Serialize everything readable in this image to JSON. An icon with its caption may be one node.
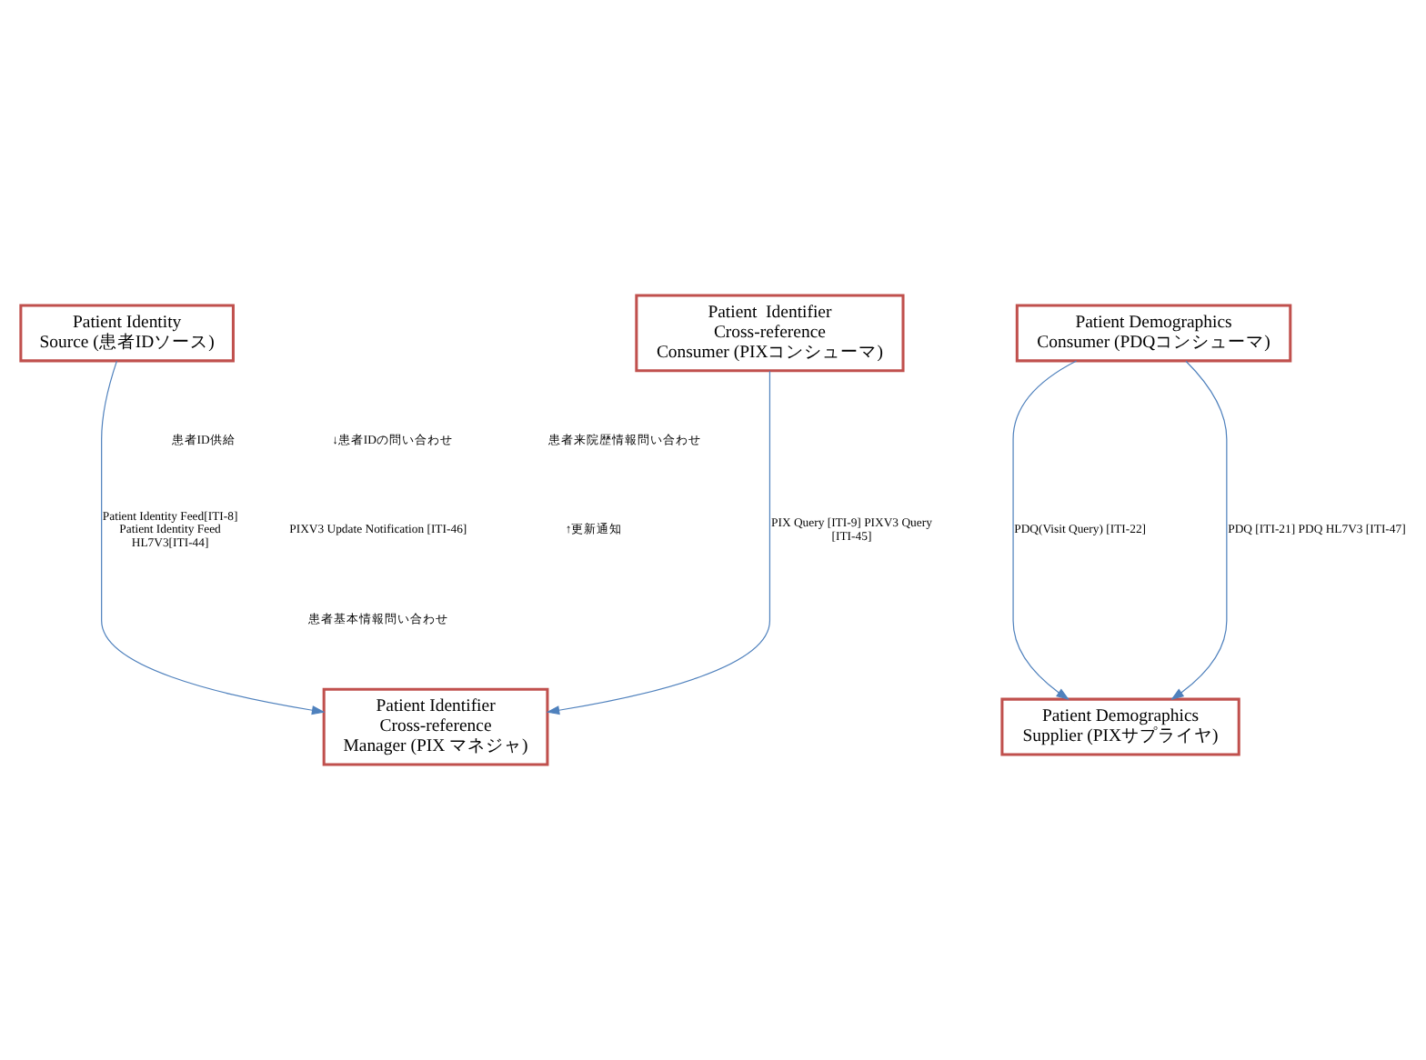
{
  "diagram": {
    "nodes": [
      {
        "text": [
          "Patient Identity Source (患者IDソース)"
        ]
      },
      {
        "text": [
          "Patient  Identifier Cross-reference Consumer (PIXコンシューマ)"
        ]
      },
      {
        "text": [
          "Patient Demographics Consumer (PDQコンシューマ)"
        ]
      },
      {
        "text": [
          "Patient Identifier Cross-reference Manager (PIX マネジャ)"
        ]
      },
      {
        "text": [
          "Patient Demographics Supplier (PIXサプライヤ)"
        ]
      }
    ],
    "edges": [
      {
        "from": 0,
        "to": 3,
        "arrow": "to",
        "label": "Patient Identity Feed[ITI-8] Patient Identity Feed HL7V3[ITI-44]"
      },
      {
        "from": 1,
        "to": 3,
        "arrow": "to",
        "label": "PIX Query [ITI-9] PIXV3 Query [ITI-45]"
      },
      {
        "from": 2,
        "to": 4,
        "arrow": "to",
        "label": "PDQ(Visit Query) [ITI-22]"
      },
      {
        "from": 2,
        "to": 4,
        "arrow": "to",
        "label": "PDQ [ITI-21] PDQ HL7V3 [ITI-47]"
      }
    ],
    "labels": [
      "患者ID供給",
      "↓患者IDの問い合わせ",
      "患者来院歴情報問い合わせ",
      "PIXV3 Update Notification [ITI-46]",
      "↑更新通知",
      "患者基本情報問い合わせ"
    ]
  }
}
